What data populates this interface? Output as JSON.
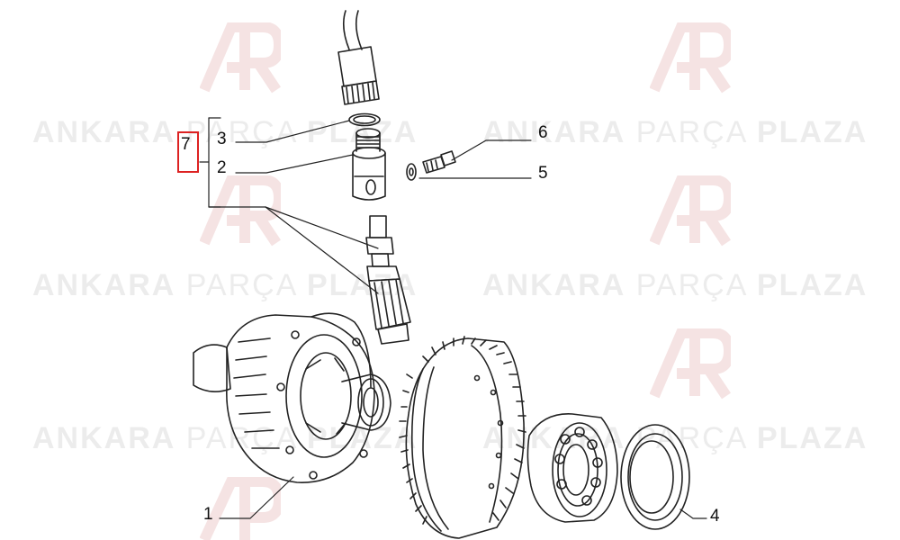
{
  "watermark": {
    "part_1": "ANKARA",
    "part_2": "PARÇA",
    "part_3": "PLAZA",
    "logo_color": "#f3dede"
  },
  "callouts": {
    "c1": "1",
    "c2": "2",
    "c3": "3",
    "c4": "4",
    "c5": "5",
    "c6": "6",
    "c7": "7"
  },
  "colors": {
    "line": "#222222",
    "kit_box": "#dd2222",
    "watermark_text": "#ececec"
  }
}
